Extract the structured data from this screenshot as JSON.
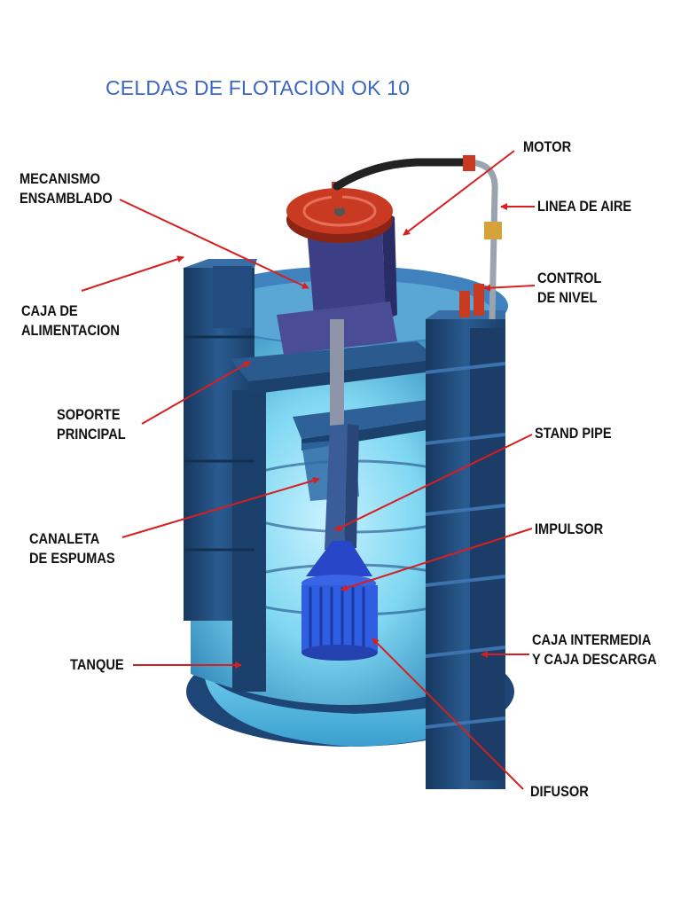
{
  "title": "CELDAS DE FLOTACION OK 10",
  "colors": {
    "title": "#3a66c4",
    "leader_lines": "#d81f1f",
    "tank_dark": "#1c3f6e",
    "tank_mid": "#2d5f95",
    "water_light": "#7fd7f2",
    "impeller": "#2f5fe0",
    "motor": "#c83a22"
  },
  "labels": {
    "mecanismo": [
      "MECANISMO",
      "ENSAMBLADO"
    ],
    "caja_alimentacion": [
      "CAJA DE",
      "ALIMENTACION"
    ],
    "soporte": [
      "SOPORTE",
      "PRINCIPAL"
    ],
    "canaleta": [
      "CANALETA",
      "DE ESPUMAS"
    ],
    "tanque": [
      "TANQUE"
    ],
    "motor": [
      "MOTOR"
    ],
    "linea_aire": [
      "LINEA DE AIRE"
    ],
    "control_nivel": [
      "CONTROL",
      "DE NIVEL"
    ],
    "stand_pipe": [
      "STAND PIPE"
    ],
    "impulsor": [
      "IMPULSOR"
    ],
    "caja_intermedia": [
      "CAJA INTERMEDIA",
      "Y CAJA DESCARGA"
    ],
    "difusor": [
      "DIFUSOR"
    ]
  }
}
